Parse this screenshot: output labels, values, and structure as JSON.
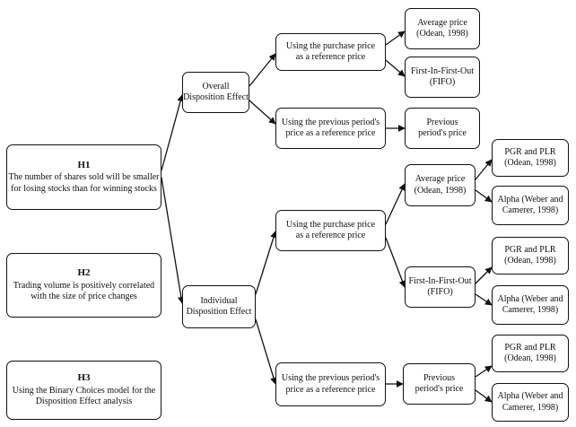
{
  "hypotheses": {
    "h1": {
      "label": "H1",
      "lines": [
        "The number of shares sold will be smaller",
        "for losing stocks than for winning stocks"
      ]
    },
    "h2": {
      "label": "H2",
      "lines": [
        "Trading volume is positively correlated",
        "with the size of price changes"
      ]
    },
    "h3": {
      "label": "H3",
      "lines": [
        "Using the Binary Choices model for the",
        "Disposition Effect analysis"
      ]
    }
  },
  "overall": {
    "title": [
      "Overall",
      "Disposition Effect"
    ],
    "purchase": [
      "Using the purchase price",
      "as a reference price"
    ],
    "previous": [
      "Using the previous period's",
      "price as a reference price"
    ],
    "average": [
      "Average price",
      "(Odean, 1998)"
    ],
    "fifo": [
      "First-In-First-Out",
      "(FIFO)"
    ],
    "prev_price": [
      "Previous",
      "period's price"
    ]
  },
  "individual": {
    "title": [
      "Individual",
      "Disposition Effect"
    ],
    "purchase": [
      "Using the purchase price",
      "as a reference price"
    ],
    "previous": [
      "Using the previous period's",
      "price as a reference price"
    ],
    "average": [
      "Average price",
      "(Odean, 1998)"
    ],
    "fifo": [
      "First-In-First-Out",
      "(FIFO)"
    ],
    "prev_price": [
      "Previous",
      "period's price"
    ],
    "avg_pgr": [
      "PGR and PLR",
      "(Odean, 1998)"
    ],
    "avg_alpha": [
      "Alpha (Weber and",
      "Camerer, 1998)"
    ],
    "fifo_pgr": [
      "PGR and PLR",
      "(Odean, 1998)"
    ],
    "fifo_alpha": [
      "Alpha (Weber and",
      "Camerer, 1998)"
    ],
    "prev_pgr": [
      "PGR and PLR",
      "(Odean, 1998)"
    ],
    "prev_alpha": [
      "Alpha (Weber and",
      "Camerer, 1998)"
    ]
  }
}
